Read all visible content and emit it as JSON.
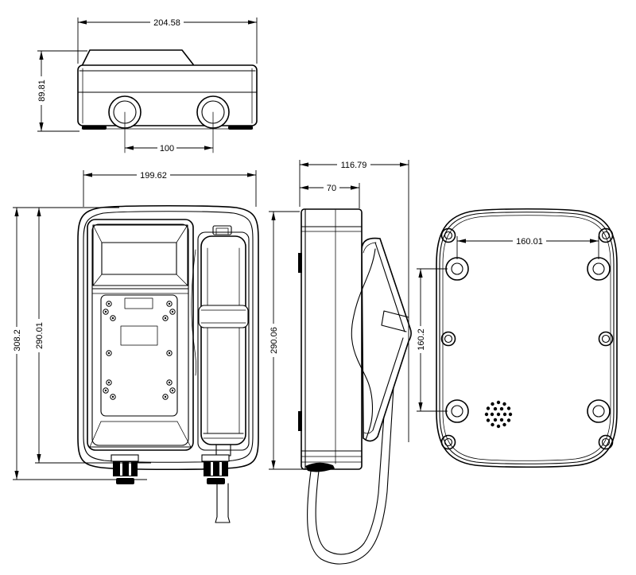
{
  "dims": {
    "top_width": "204.58",
    "top_height": "89.81",
    "top_gland_spacing": "100",
    "front_width": "199.62",
    "front_total_height": "308.2",
    "front_body_height": "290.01",
    "side_total_depth": "116.79",
    "side_body_depth": "70",
    "side_body_height": "290.06",
    "back_hole_spacing_horizontal": "160.01",
    "back_hole_spacing_vertical": "160.2"
  },
  "colors": {
    "line": "#000000",
    "background": "#ffffff"
  }
}
